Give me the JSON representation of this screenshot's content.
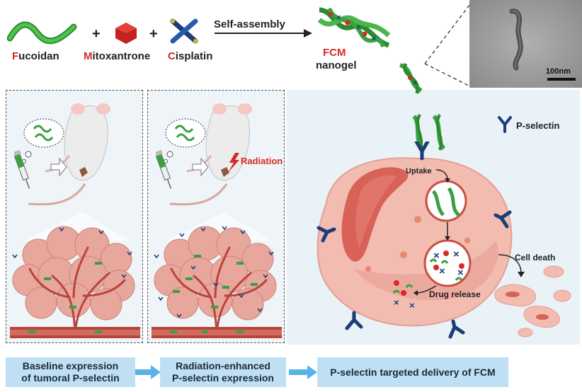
{
  "ingredients": {
    "fucoidan": {
      "initial": "F",
      "rest": "ucoidan"
    },
    "mitoxantrone": {
      "initial": "M",
      "rest": "itoxantrone"
    },
    "cisplatin": {
      "initial": "C",
      "rest": "isplatin"
    },
    "plus": "+"
  },
  "self_assembly_label": "Self-assembly",
  "fcm": {
    "name": "FCM",
    "subtitle": "nanogel"
  },
  "tem": {
    "scale_label": "100nm"
  },
  "legend": {
    "p_selectin": "P-selectin"
  },
  "radiation_label": "Radiation",
  "cell": {
    "uptake": "Uptake",
    "drug_release": "Drug release",
    "cell_death": "Cell death"
  },
  "bottom": {
    "box1_line1": "Baseline expression",
    "box1_line2": "of tumoral P-selectin",
    "box2_line1": "Radiation-enhanced",
    "box2_line2": "P-selectin expression",
    "box3": "P-selectin targeted delivery of FCM"
  },
  "colors": {
    "green": "#3aa043",
    "red": "#d62a26",
    "blue": "#1d3c78",
    "tumor": "#e8a79c",
    "vessel": "#b8453c",
    "box": "#bfe0f4",
    "arrow": "#5ab3e6"
  }
}
